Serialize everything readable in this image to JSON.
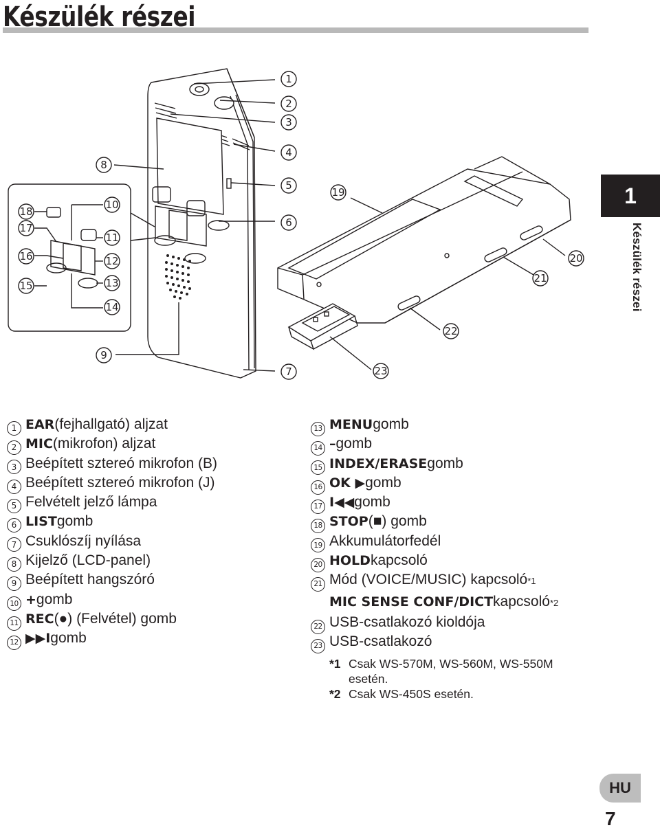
{
  "page": {
    "title": "Készülék részei",
    "chapter_number": "1",
    "chapter_title": "Készülék részei",
    "language_tab": "HU",
    "page_number": "7"
  },
  "callouts": [
    "1",
    "2",
    "3",
    "4",
    "5",
    "6",
    "7",
    "8",
    "9",
    "10",
    "11",
    "12",
    "13",
    "14",
    "15",
    "16",
    "17",
    "18",
    "19",
    "20",
    "21",
    "22",
    "23"
  ],
  "parts_left": [
    {
      "num": "1",
      "term": "EAR",
      "text": " (fejhallgató) aljzat"
    },
    {
      "num": "2",
      "term": "MIC",
      "text": " (mikrofon) aljzat"
    },
    {
      "num": "3",
      "term": "",
      "text": "Beépített sztereó mikrofon (B)"
    },
    {
      "num": "4",
      "term": "",
      "text": "Beépített sztereó mikrofon (J)"
    },
    {
      "num": "5",
      "term": "",
      "text": "Felvételt jelző lámpa"
    },
    {
      "num": "6",
      "term": "LIST",
      "text": " gomb"
    },
    {
      "num": "7",
      "term": "",
      "text": "Csuklószíj nyílása"
    },
    {
      "num": "8",
      "term": "",
      "text": "Kijelző (LCD-panel)"
    },
    {
      "num": "9",
      "term": "",
      "text": "Beépített hangszóró"
    },
    {
      "num": "10",
      "term": "+",
      "text": " gomb"
    },
    {
      "num": "11",
      "term": "REC",
      "text": " (●) (Felvétel) gomb"
    },
    {
      "num": "12",
      "term": "▶▶I",
      "text": " gomb"
    }
  ],
  "parts_right": [
    {
      "num": "13",
      "term": "MENU",
      "text": " gomb"
    },
    {
      "num": "14",
      "term": "–",
      "text": " gomb"
    },
    {
      "num": "15",
      "term": "INDEX/ERASE",
      "text": " gomb"
    },
    {
      "num": "16",
      "term": "OK ▶",
      "text": " gomb"
    },
    {
      "num": "17",
      "term": "I◀◀",
      "text": " gomb"
    },
    {
      "num": "18",
      "term": "STOP",
      "text": " (■) gomb"
    },
    {
      "num": "19",
      "term": "",
      "text": "Akkumulátorfedél"
    },
    {
      "num": "20",
      "term": "HOLD",
      "text": " kapcsoló"
    },
    {
      "num": "21",
      "term": "",
      "text": "Mód (VOICE/MUSIC) kapcsoló",
      "sup": "*1"
    },
    {
      "num": "",
      "term": "MIC SENSE CONF/DICT",
      "text": " kapcsoló",
      "sup": "*2"
    },
    {
      "num": "22",
      "term": "",
      "text": "USB-csatlakozó kioldója"
    },
    {
      "num": "23",
      "term": "",
      "text": "USB-csatlakozó"
    }
  ],
  "notes": [
    {
      "key": "*1",
      "text": "Csak WS-570M, WS-560M, WS-550M esetén."
    },
    {
      "key": "*2",
      "text": "Csak WS-450S esetén."
    }
  ]
}
